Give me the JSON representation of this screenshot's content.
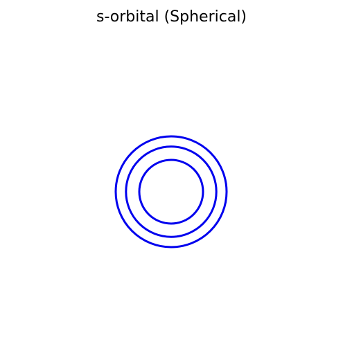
{
  "title": "s-orbital (Spherical)",
  "diagram": {
    "shape": "concentric circles",
    "rings": [
      {
        "name": "ring-inner",
        "relative_size": 0.575
      },
      {
        "name": "ring-middle",
        "relative_size": 0.815
      },
      {
        "name": "ring-outer",
        "relative_size": 1.0
      }
    ],
    "stroke_color": "#0000ee",
    "background": "#ffffff"
  }
}
